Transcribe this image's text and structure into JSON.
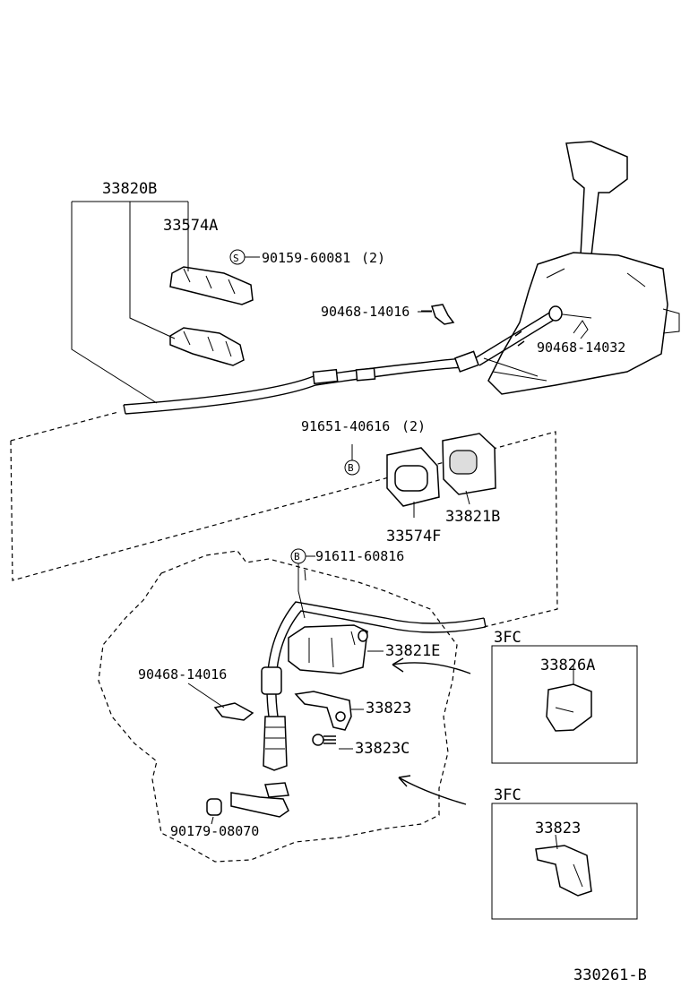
{
  "labels": {
    "p33820B": "33820B",
    "p33574A": "33574A",
    "p90159": "90159-60081",
    "p90159_qty": "(2)",
    "p90159_marker": "S",
    "p90468a": "90468-14016",
    "p90468b": "90468-14032",
    "p91651": "91651-40616",
    "p91651_qty": "(2)",
    "p91651_marker": "B",
    "p33574F": "33574F",
    "p33821B": "33821B",
    "p91611": "91611-60816",
    "p91611_marker": "B",
    "p33821E": "33821E",
    "p90468c": "90468-14016",
    "p33823": "33823",
    "p33823C": "33823C",
    "p90179": "90179-08070",
    "inset1_title": "3FC",
    "inset1_part": "33826A",
    "inset2_title": "3FC",
    "inset2_part": "33823",
    "diagram_code": "330261-B"
  }
}
